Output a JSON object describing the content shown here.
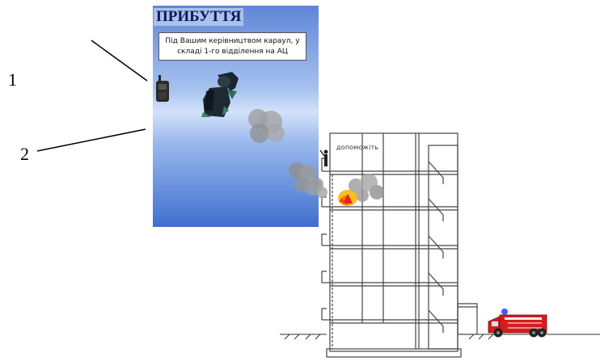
{
  "panel": {
    "title": "ПРИБУТТЯ",
    "message": "Під Вашим керівництвом караул, у складі 1-го відділення на АЦ"
  },
  "callouts": {
    "first": "1",
    "second": "2"
  },
  "building": {
    "help_sign": "допоможіть"
  },
  "colors": {
    "panel_top": "#5f86d6",
    "panel_bottom": "#3f6fce",
    "title_text": "#10185a",
    "fire_truck": "#d21e1e",
    "flame": "#f5b400"
  },
  "icons": {
    "radio": "walkie-talkie-icon",
    "firefighter": "firefighter-icon",
    "truck": "fire-truck-icon"
  }
}
